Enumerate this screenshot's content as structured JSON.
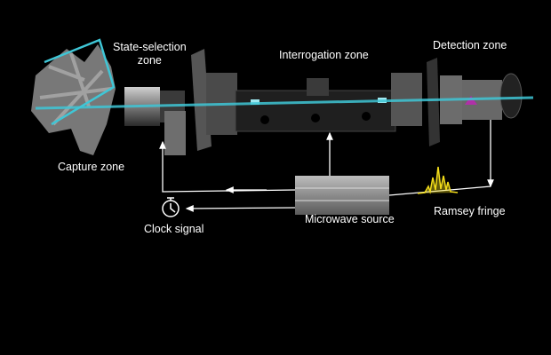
{
  "labels": {
    "state_selection": "State-selection",
    "state_selection_2": "zone",
    "interrogation": "Interrogation zone",
    "detection": "Detection zone",
    "capture": "Capture zone",
    "clock_signal": "Clock signal",
    "microwave_source": "Microwave source",
    "ramsey_fringe": "Ramsey fringe"
  },
  "colors": {
    "beam": "#3fc6d6",
    "fringe": "#f2dc1a",
    "arrow": "#ffffff",
    "metal": "#8a8a8a"
  }
}
